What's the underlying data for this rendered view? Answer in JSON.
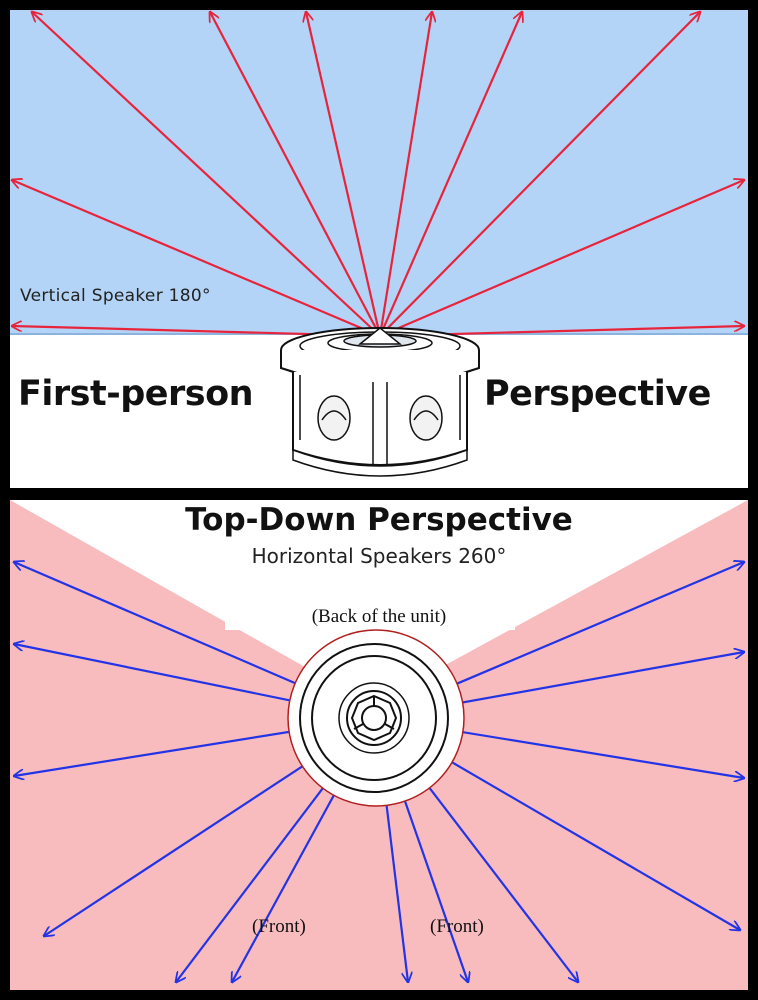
{
  "top_panel": {
    "vertical_label": "Vertical Speaker 180°",
    "left_word": "First-person",
    "right_word": "Perspective"
  },
  "bottom_panel": {
    "title": "Top-Down Perspective",
    "subtitle": "Horizontal Speakers 260°",
    "back_label": "(Back of the unit)",
    "front_left_label": "(Front)",
    "front_right_label": "(Front)"
  },
  "colors": {
    "sky": "#b3d4f6",
    "top_arrows": "#e8243c",
    "bottom_fill": "#f8bcbf",
    "bottom_arrows": "#2334e6",
    "divider": "#000000"
  },
  "icons": {
    "top_device": "vertical-speaker-side-view-icon",
    "bottom_device": "speaker-top-view-icon"
  }
}
